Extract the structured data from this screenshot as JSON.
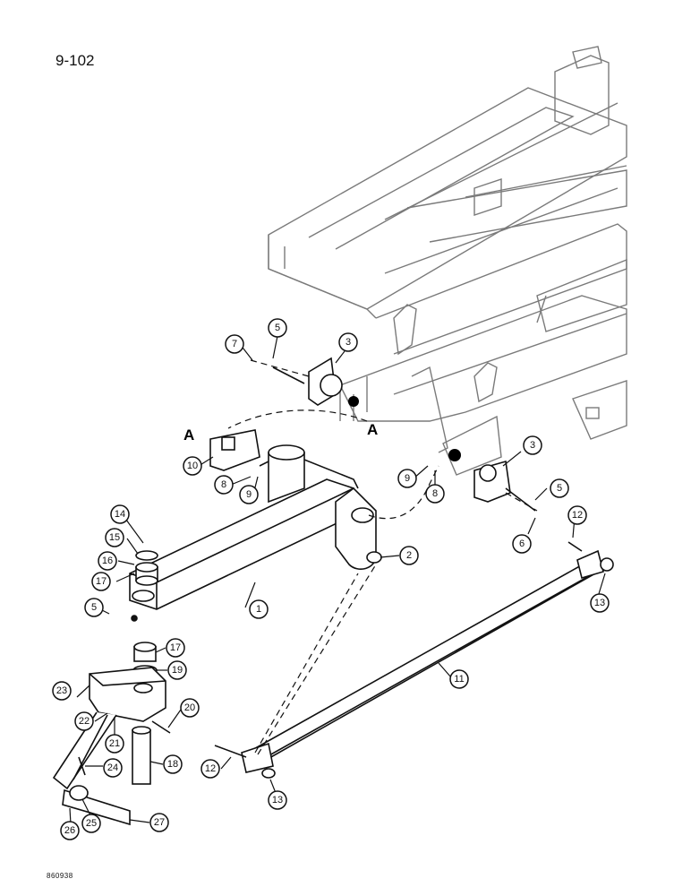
{
  "header": {
    "page_number": "9-102"
  },
  "footer": {
    "catalog_code": "860938"
  },
  "section_marks": [
    "A",
    "A"
  ],
  "callouts": [
    "1",
    "2",
    "3",
    "3",
    "5",
    "5",
    "5",
    "6",
    "7",
    "8",
    "8",
    "9",
    "9",
    "10",
    "11",
    "12",
    "12",
    "13",
    "13",
    "14",
    "15",
    "16",
    "17",
    "17",
    "18",
    "19",
    "20",
    "21",
    "22",
    "23",
    "24",
    "25",
    "26",
    "27"
  ]
}
